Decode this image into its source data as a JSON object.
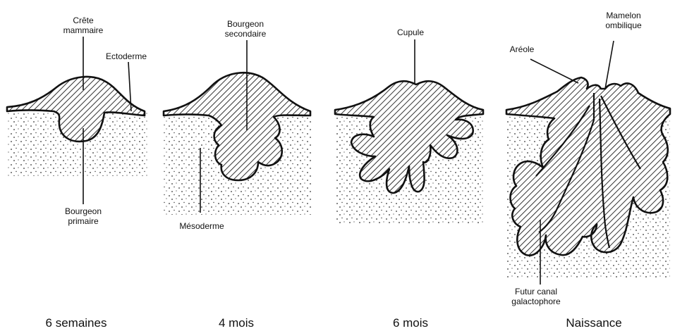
{
  "panels": [
    {
      "caption": "6 semaines",
      "labels": {
        "crest_line1": "Crête",
        "crest_line2": "mammaire",
        "ectoderm": "Ectoderme",
        "bud_line1": "Bourgeon",
        "bud_line2": "primaire"
      }
    },
    {
      "caption": "4 mois",
      "labels": {
        "secondary_line1": "Bourgeon",
        "secondary_line2": "secondaire",
        "mesoderm": "Mésoderme"
      }
    },
    {
      "caption": "6 mois",
      "labels": {
        "cupule": "Cupule"
      }
    },
    {
      "caption": "Naissance",
      "labels": {
        "nipple_line1": "Mamelon",
        "nipple_line2": "ombilique",
        "areola": "Aréole",
        "duct_line1": "Futur canal",
        "duct_line2": "galactophore"
      }
    }
  ]
}
